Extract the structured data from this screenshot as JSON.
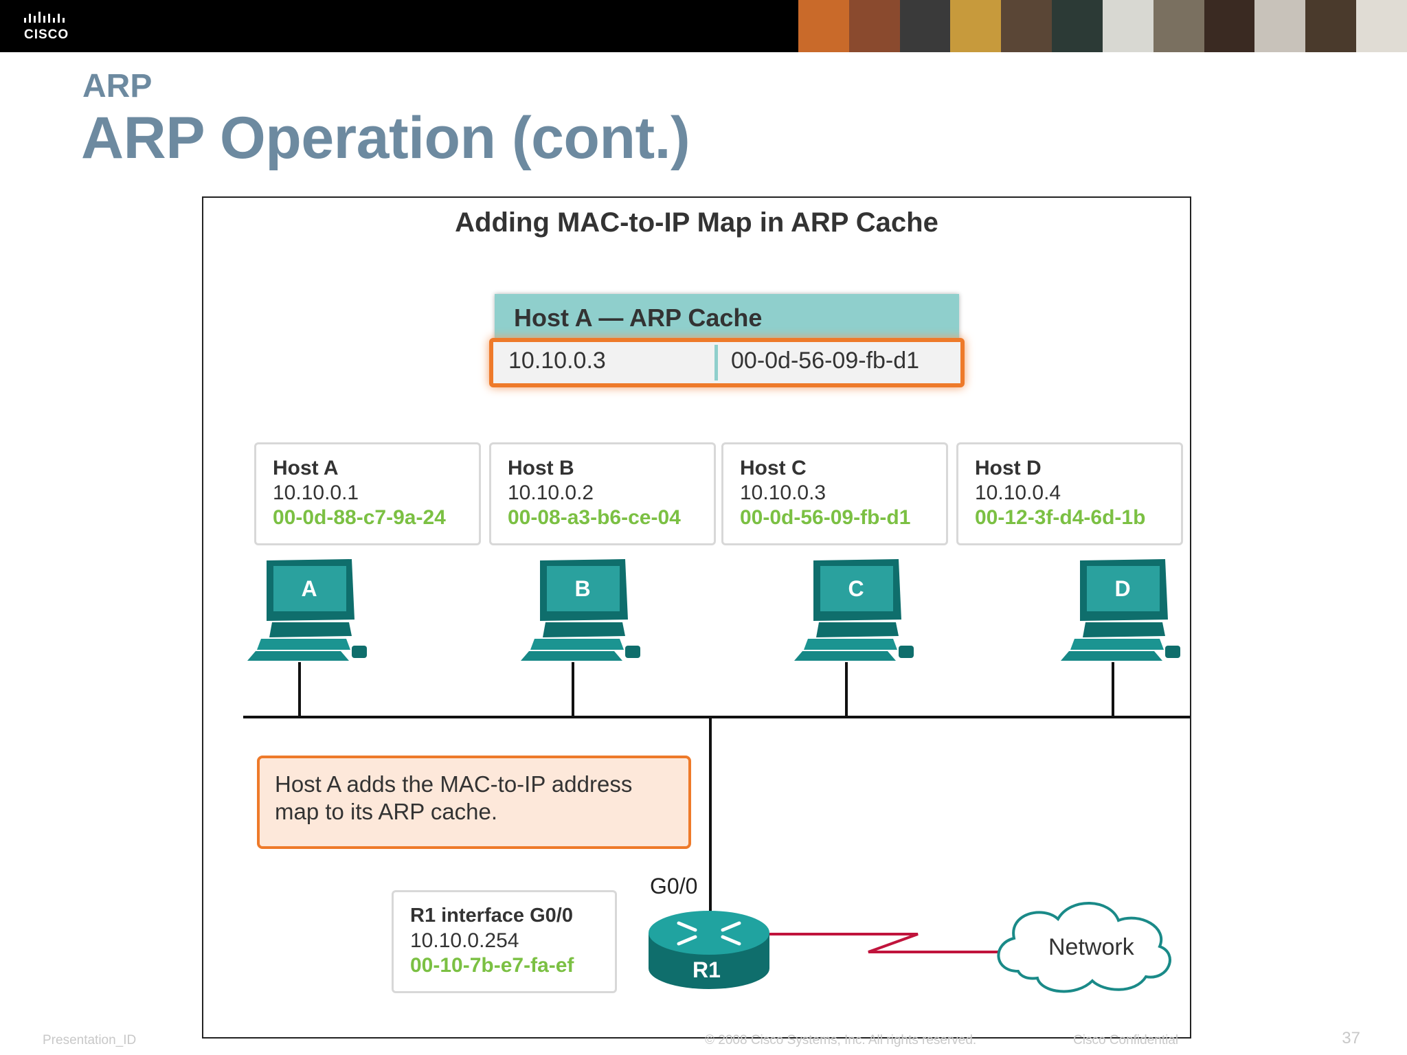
{
  "header": {
    "brand": "CISCO",
    "photo_colors": [
      "#c96a2a",
      "#8a4a2e",
      "#3a3a3a",
      "#c79a3c",
      "#5a4636",
      "#2c3a36",
      "#d8d8d2",
      "#7a7060",
      "#3a2a22",
      "#c8c2ba",
      "#4a3a2c",
      "#e0dcd4"
    ]
  },
  "slide": {
    "section": "ARP",
    "title": "ARP Operation (cont.)"
  },
  "figure": {
    "title": "Adding MAC-to-IP Map in ARP Cache",
    "arp_cache": {
      "title": "Host A — ARP Cache",
      "entry_ip": "10.10.0.3",
      "entry_mac": "00-0d-56-09-fb-d1"
    },
    "hosts": [
      {
        "name": "Host A",
        "ip": "10.10.0.1",
        "mac": "00-0d-88-c7-9a-24",
        "letter": "A"
      },
      {
        "name": "Host B",
        "ip": "10.10.0.2",
        "mac": "00-08-a3-b6-ce-04",
        "letter": "B"
      },
      {
        "name": "Host C",
        "ip": "10.10.0.3",
        "mac": "00-0d-56-09-fb-d1",
        "letter": "C"
      },
      {
        "name": "Host D",
        "ip": "10.10.0.4",
        "mac": "00-12-3f-d4-6d-1b",
        "letter": "D"
      }
    ],
    "note": "Host A adds the MAC-to-IP address map to its ARP cache.",
    "router": {
      "card_title": "R1 interface G0/0",
      "ip": "10.10.0.254",
      "mac": "00-10-7b-e7-fa-ef",
      "port": "G0/0",
      "label": "R1"
    },
    "network_label": "Network"
  },
  "footer": {
    "left": "Presentation_ID",
    "center": "© 2008 Cisco Systems, Inc. All rights reserved.",
    "right": "Cisco Confidential",
    "page": "37"
  },
  "colors": {
    "title_blue": "#6d8aa0",
    "teal": "#1a8a88",
    "orange": "#ee7a2a",
    "mac_green": "#7bc043",
    "serial_red": "#c0143c"
  }
}
